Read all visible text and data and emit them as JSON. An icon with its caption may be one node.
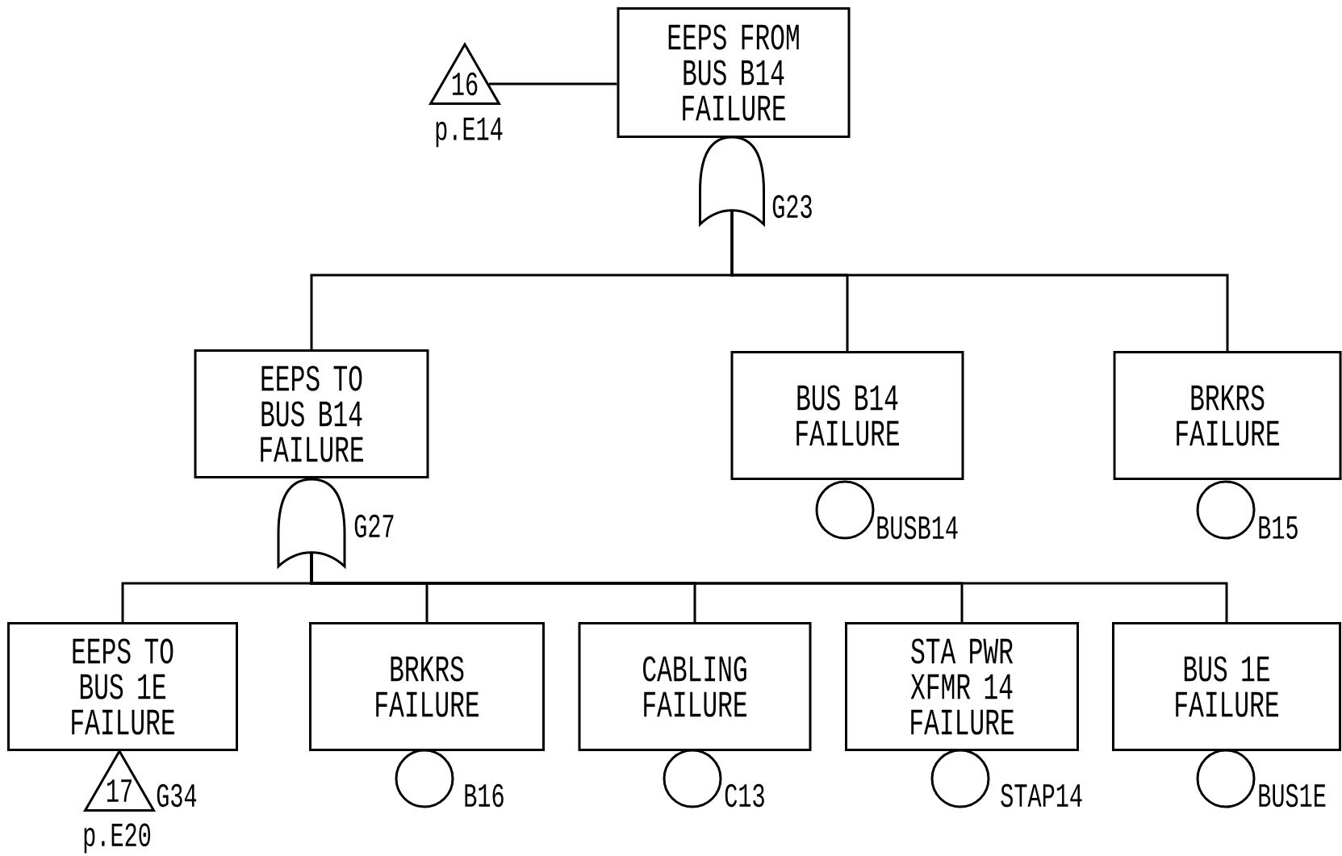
{
  "diagram": {
    "nodes": [
      {
        "text": [
          "16"
        ],
        "beside": [
          "p.E14"
        ]
      },
      {
        "text": [
          "EEPS FROM BUS B14 FAILURE"
        ]
      },
      {
        "text": [],
        "shape": "gate",
        "beside": [
          "G23"
        ]
      },
      {
        "text": [
          "EEPS TO BUS B14 FAILURE"
        ]
      },
      {
        "text": [
          "BUS B14 FAILURE"
        ]
      },
      {
        "text": [
          "BRKRS FAILURE"
        ]
      },
      {
        "text": [],
        "shape": "gate",
        "beside": [
          "G27"
        ]
      },
      {
        "text": [],
        "shape": "circle",
        "beside": [
          "BUSB14"
        ]
      },
      {
        "text": [],
        "shape": "circle",
        "beside": [
          "B15"
        ]
      },
      {
        "text": [
          "EEPS TO BUS 1E FAILURE"
        ]
      },
      {
        "text": [
          "BRKRS FAILURE"
        ]
      },
      {
        "text": [
          "CABLING FAILURE"
        ]
      },
      {
        "text": [
          "STA PWR XFMR 14 FAILURE"
        ]
      },
      {
        "text": [
          "BUS 1E FAILURE"
        ]
      },
      {
        "text": [
          "17"
        ],
        "beside": [
          "G34",
          "p.E20"
        ]
      },
      {
        "text": [],
        "shape": "circle",
        "beside": [
          "B16"
        ]
      },
      {
        "text": [],
        "shape": "circle",
        "beside": [
          "C13"
        ]
      },
      {
        "text": [],
        "shape": "circle",
        "beside": [
          "STAP14"
        ]
      },
      {
        "text": [],
        "shape": "circle",
        "beside": [
          "BUS1E"
        ]
      }
    ],
    "edges": [
      {
        "from": 0,
        "to": 1,
        "arrow": "none"
      },
      {
        "from": 2,
        "to": 3,
        "arrow": "none"
      },
      {
        "from": 2,
        "to": 4,
        "arrow": "none"
      },
      {
        "from": 2,
        "to": 5,
        "arrow": "none"
      },
      {
        "from": 6,
        "to": 9,
        "arrow": "none"
      },
      {
        "from": 6,
        "to": 10,
        "arrow": "none"
      },
      {
        "from": 6,
        "to": 11,
        "arrow": "none"
      },
      {
        "from": 6,
        "to": 12,
        "arrow": "none"
      },
      {
        "from": 6,
        "to": 13,
        "arrow": "none"
      }
    ]
  }
}
